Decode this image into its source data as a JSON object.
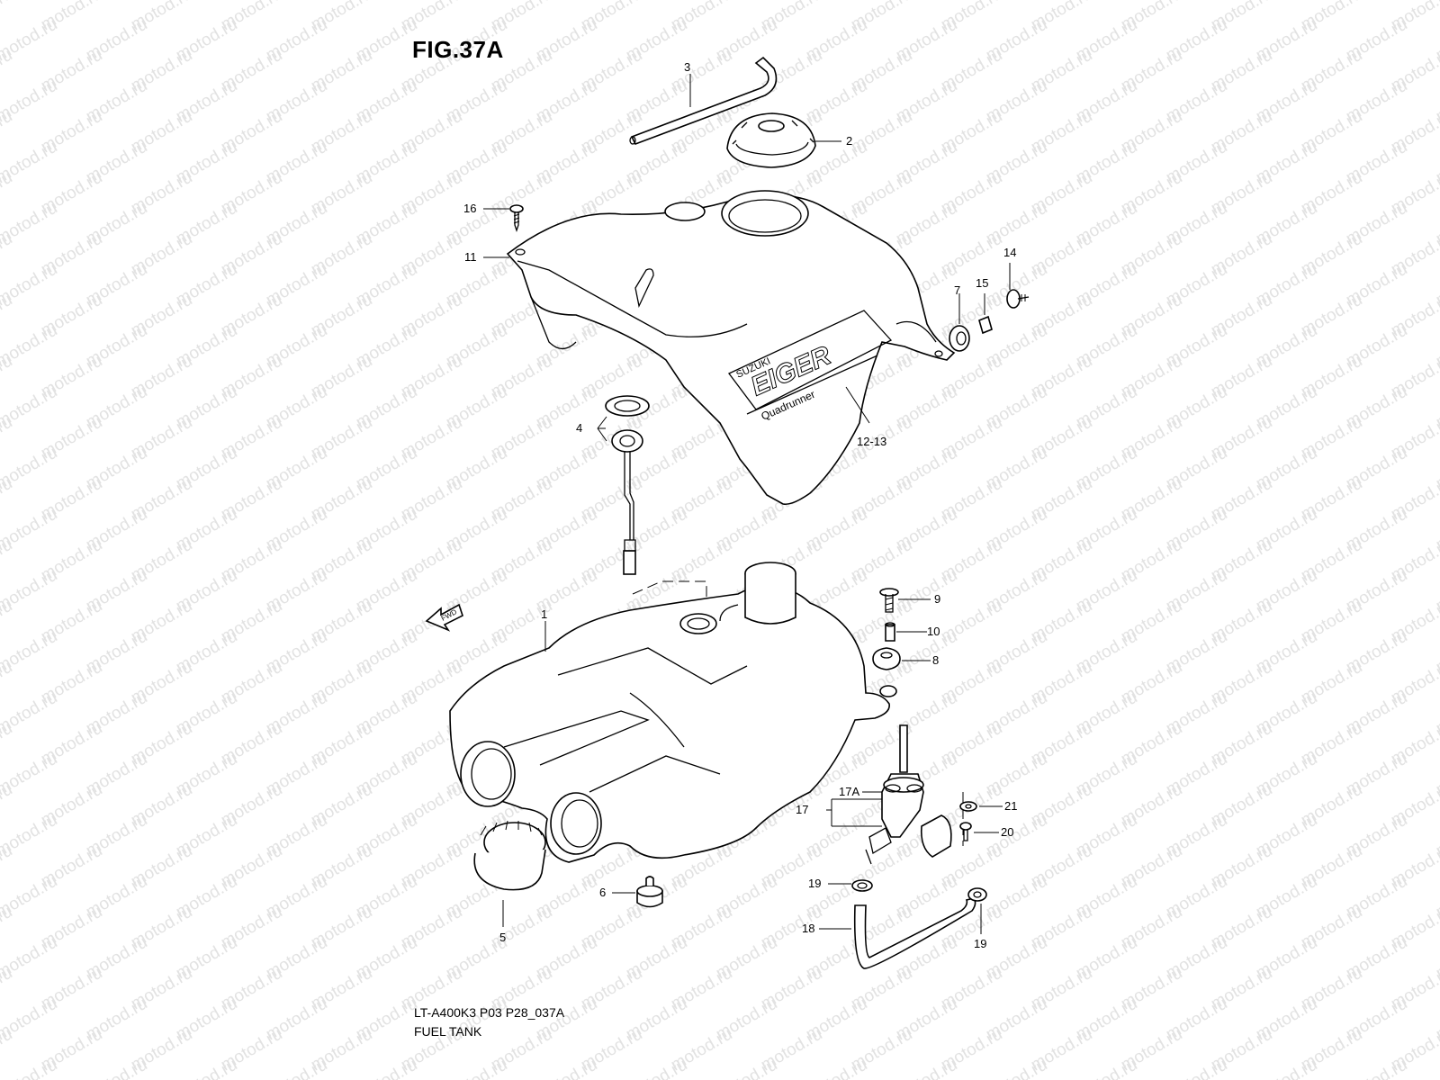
{
  "figure": {
    "title": "FIG.37A",
    "model_code": "LT-A400K3 P03 P28_037A",
    "caption": "FUEL TANK"
  },
  "watermark": {
    "text": "motod.ru",
    "color": "#e2e2e2"
  },
  "tank_decal": {
    "brand": "SUZUKI",
    "model": "EIGER",
    "line": "Quadrunner"
  },
  "direction_arrow": {
    "label": "FWD"
  },
  "callouts": {
    "c1": "1",
    "c2": "2",
    "c3": "3",
    "c4": "4",
    "c5": "5",
    "c6": "6",
    "c7": "7",
    "c8": "8",
    "c9": "9",
    "c10": "10",
    "c11": "11",
    "c12_13": "12-13",
    "c14": "14",
    "c15": "15",
    "c16": "16",
    "c17": "17",
    "c17a": "17A",
    "c18": "18",
    "c19_left": "19",
    "c19_right": "19",
    "c20": "20",
    "c21": "21"
  }
}
